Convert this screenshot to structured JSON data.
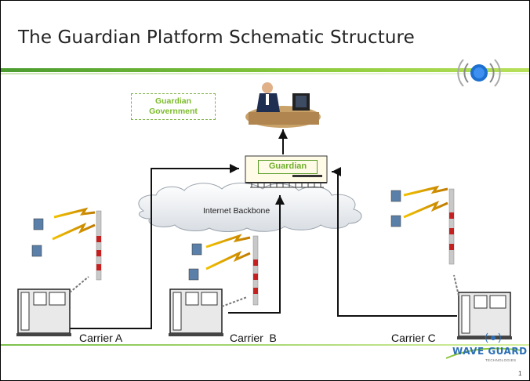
{
  "slide": {
    "title": "The Guardian Platform Schematic Structure",
    "page_number": "1"
  },
  "diagram": {
    "government_label": "Guardian Government",
    "guardian_label": "Guardian",
    "cloud_label": "Internet Backbone",
    "carriers": [
      "Carrier A",
      "Carrier  B",
      "Carrier C"
    ]
  },
  "logo": {
    "text": "WAVE GUARD",
    "subtext": "TECHNOLOGIES",
    "icon": "broadcast-icon"
  },
  "colors": {
    "accent_green": "#7dbb2c",
    "logo_blue": "#2c6fb6",
    "arrow": "#111111",
    "lightning": "#e0a000"
  }
}
